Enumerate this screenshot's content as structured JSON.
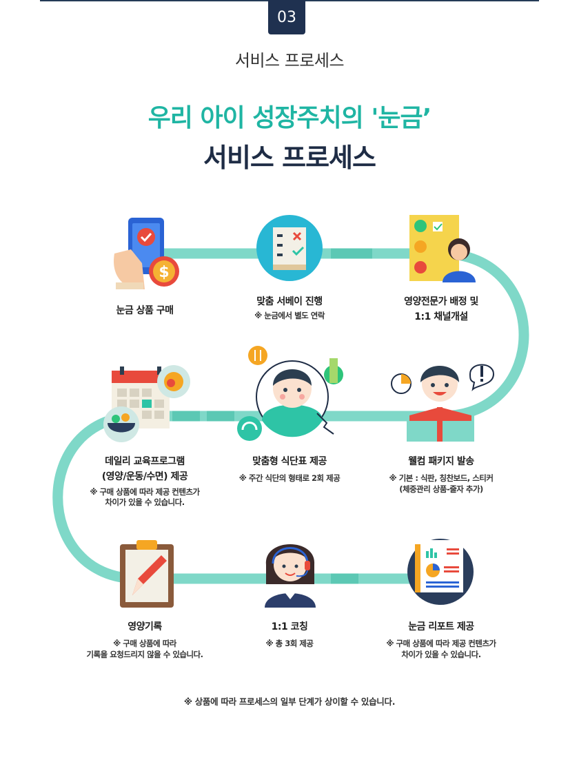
{
  "header": {
    "step_number": "03",
    "section_label": "서비스 프로세스",
    "headline_line1": "우리 아이 성장주치의 '눈금’",
    "headline_line2": "서비스 프로세스"
  },
  "steps": [
    {
      "title": "눈금 상품 구매",
      "note": ""
    },
    {
      "title": "맞춤 서베이 진행",
      "note": "※ 눈금에서 별도 연락"
    },
    {
      "title_line1": "영양전문가 배정 및",
      "title_line2": "1:1 채널개설",
      "note": ""
    },
    {
      "title": "웰컴 패키지 발송",
      "note_line1": "※ 기본 : 식판, 칭찬보드, 스티커",
      "note_line2": "(체중관리 상품-줄자 추가)"
    },
    {
      "title": "맞춤형 식단표 제공",
      "note": "※ 주간 식단의 형태로 2회 제공"
    },
    {
      "title_line1": "데일리 교육프로그램",
      "title_line2": "(영양/운동/수면) 제공",
      "note_line1": "※ 구매 상품에 따라 제공 컨텐츠가",
      "note_line2": "차이가 있을 수 있습니다."
    },
    {
      "title": "영양기록",
      "note_line1": "※ 구매 상품에 따라",
      "note_line2": "기록을 요청드리지 않을 수 있습니다."
    },
    {
      "title": "1:1 코칭",
      "note": "※ 총 3회 제공"
    },
    {
      "title": "눈금 리포트 제공",
      "note_line1": "※ 구매 상품에 따라 제공 컨텐츠가",
      "note_line2": "차이가 있을 수 있습니다."
    }
  ],
  "footer_note": "※ 상품에 따라 프로세스의 일부 단계가 상이할 수 있습니다.",
  "colors": {
    "path": "#7fd8c8",
    "accent_teal": "#1fb5a3",
    "navy": "#1f3150"
  }
}
